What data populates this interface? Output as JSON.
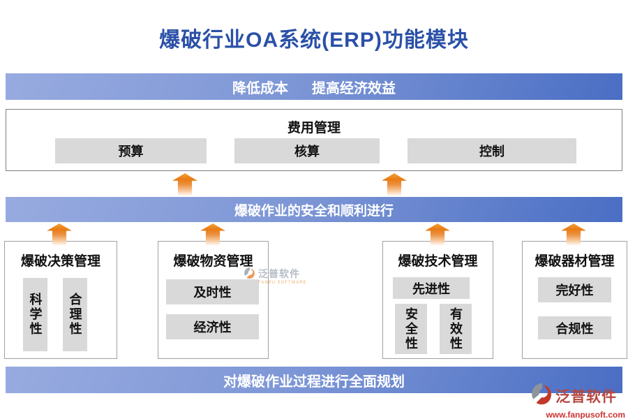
{
  "title": "爆破行业OA系统(ERP)功能模块",
  "banners": {
    "top_left": "降低成本",
    "top_right": "提高经济效益",
    "middle": "爆破作业的安全和顺利进行",
    "bottom": "对爆破作业过程进行全面规划"
  },
  "expense_section": {
    "title": "费用管理",
    "items": [
      "预算",
      "核算",
      "控制"
    ]
  },
  "modules": [
    {
      "title": "爆破决策管理",
      "items": [
        "科学性",
        "合理性"
      ]
    },
    {
      "title": "爆破物资管理",
      "items": [
        "及时性",
        "经济性"
      ]
    },
    {
      "title": "爆破技术管理",
      "items": [
        "先进性",
        "安全性",
        "有效性"
      ]
    },
    {
      "title": "爆破器材管理",
      "items": [
        "完好性",
        "合规性"
      ]
    }
  ],
  "watermark": {
    "name": "泛普软件",
    "subtitle": "FANPU SOFTWARE",
    "url": "www.fanpusoft.com"
  },
  "colors": {
    "title_blue": "#2a50a7",
    "banner_gradient_start": "#98abe0",
    "banner_gradient_end": "#4a6ec4",
    "arrow_orange": "#e87b14",
    "cell_gray": "#d9d9d9",
    "watermark_red": "#b5463f"
  }
}
